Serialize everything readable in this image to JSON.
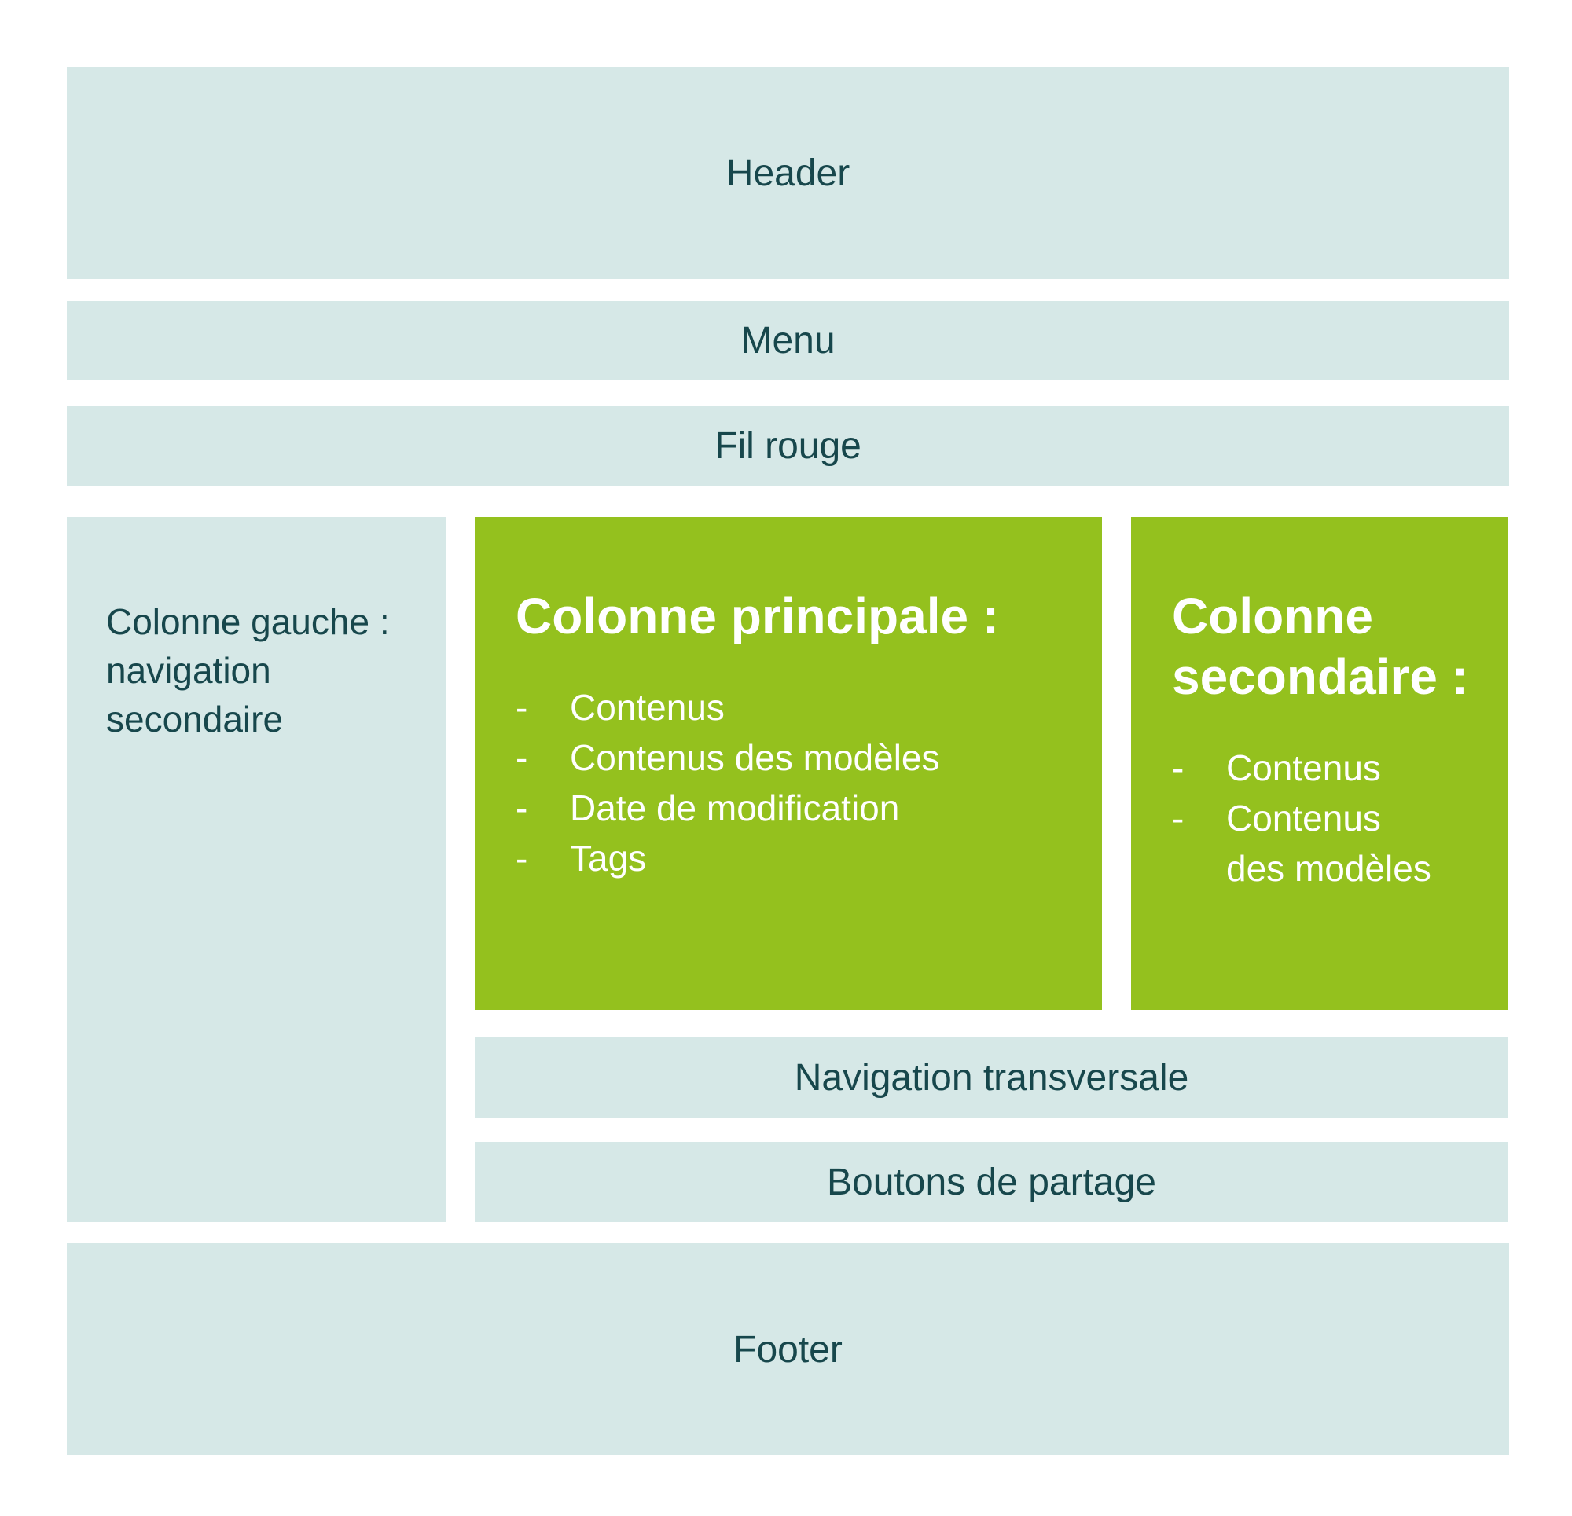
{
  "colors": {
    "panel_teal": "#d6e8e7",
    "accent_green": "#94c11e",
    "text_dark_teal": "#17474c",
    "text_on_green": "#ffffff",
    "page_background": "#ffffff"
  },
  "header": {
    "label": "Header"
  },
  "menu": {
    "label": "Menu"
  },
  "fil_rouge": {
    "label": "Fil rouge"
  },
  "left_column": {
    "label": "Colonne gauche : navigation secondaire"
  },
  "main_column": {
    "title": "Colonne principale :",
    "items": [
      "Contenus",
      "Contenus des modèles",
      "Date de modification",
      "Tags"
    ]
  },
  "secondary_column": {
    "title": "Colonne secondaire :",
    "items": [
      "Contenus",
      "Contenus\ndes modèles"
    ]
  },
  "transversal_nav": {
    "label": "Navigation transversale"
  },
  "share_buttons": {
    "label": "Boutons de partage"
  },
  "footer": {
    "label": "Footer"
  }
}
